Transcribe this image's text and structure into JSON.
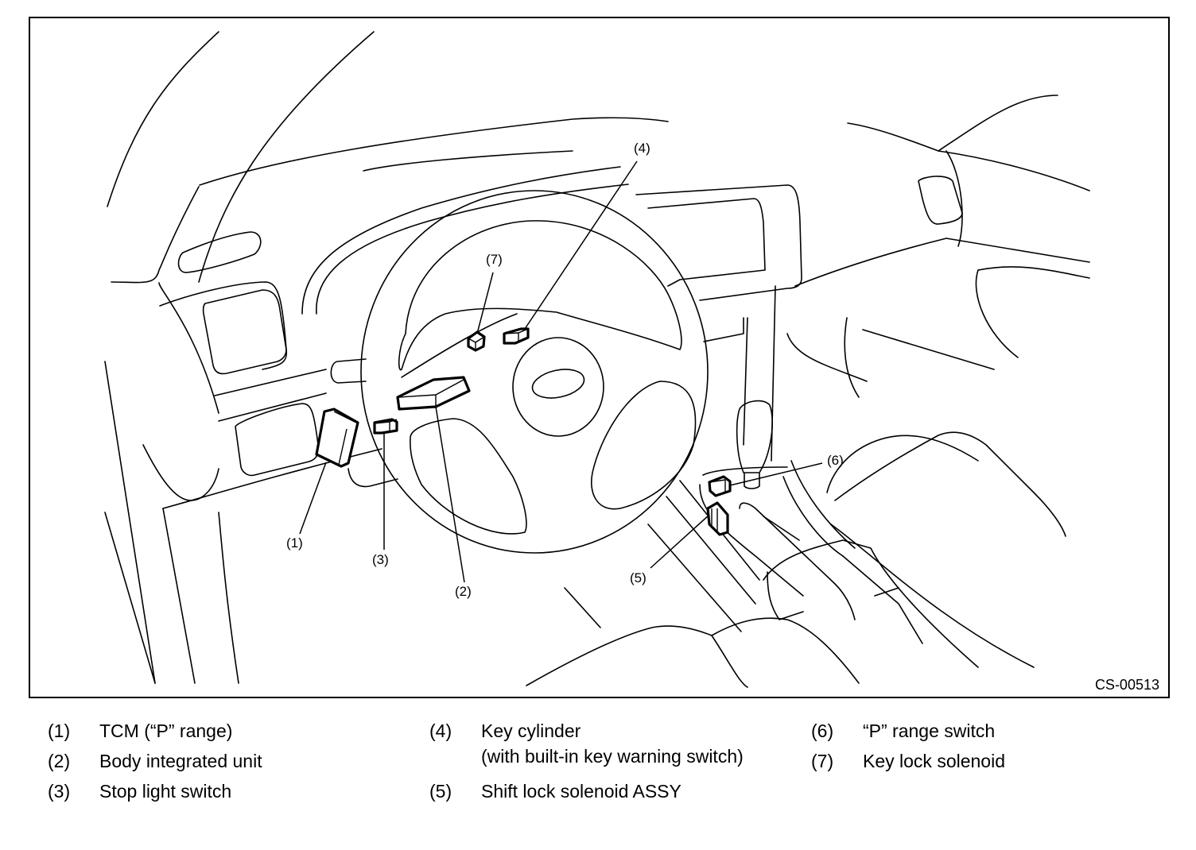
{
  "figure": {
    "code": "CS-00513",
    "description": "Vehicle interior view: steering wheel, instrument panel and center console with shift lock system components"
  },
  "callouts": [
    {
      "id": "1",
      "label": "(1)"
    },
    {
      "id": "2",
      "label": "(2)"
    },
    {
      "id": "3",
      "label": "(3)"
    },
    {
      "id": "4",
      "label": "(4)"
    },
    {
      "id": "5",
      "label": "(5)"
    },
    {
      "id": "6",
      "label": "(6)"
    },
    {
      "id": "7",
      "label": "(7)"
    }
  ],
  "legend": [
    {
      "num": "(1)",
      "text": "TCM (“P” range)"
    },
    {
      "num": "(2)",
      "text": "Body integrated unit"
    },
    {
      "num": "(3)",
      "text": "Stop light switch"
    },
    {
      "num": "(4)",
      "text": "Key cylinder",
      "text2": "(with built-in key warning switch)"
    },
    {
      "num": "(5)",
      "text": "Shift lock solenoid ASSY"
    },
    {
      "num": "(6)",
      "text": "“P” range switch"
    },
    {
      "num": "(7)",
      "text": "Key lock solenoid"
    }
  ]
}
